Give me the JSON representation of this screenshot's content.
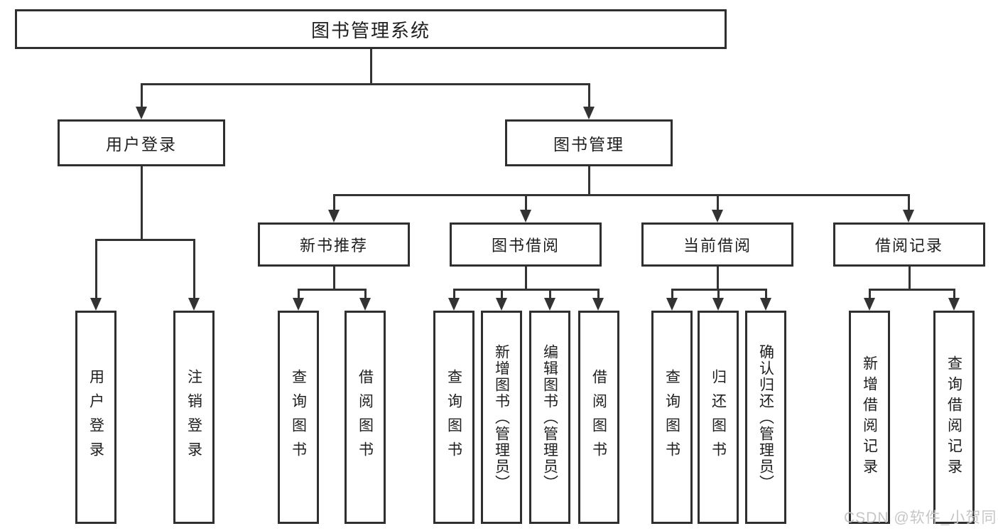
{
  "diagram": {
    "title": "图书管理系统",
    "level2": [
      {
        "label": "用户登录",
        "children": [
          "用户登录",
          "注销登录"
        ]
      },
      {
        "label": "图书管理",
        "sections": [
          {
            "label": "新书推荐",
            "children": [
              "查询图书",
              "借阅图书"
            ]
          },
          {
            "label": "图书借阅",
            "children": [
              "查询图书",
              "新增图书（管理员）",
              "编辑图书（管理员）",
              "借阅图书"
            ]
          },
          {
            "label": "当前借阅",
            "children": [
              "查询图书",
              "归还图书",
              "确认归还（管理员）"
            ]
          },
          {
            "label": "借阅记录",
            "children": [
              "新增借阅记录",
              "查询借阅记录"
            ]
          }
        ]
      }
    ]
  },
  "watermark": "CSDN @软件_小贺同学",
  "colors": {
    "line": "#333333",
    "box_border": "#2f2f2f",
    "text": "#1f1f1f",
    "watermark": "#c6c6c6",
    "background": "#ffffff"
  }
}
